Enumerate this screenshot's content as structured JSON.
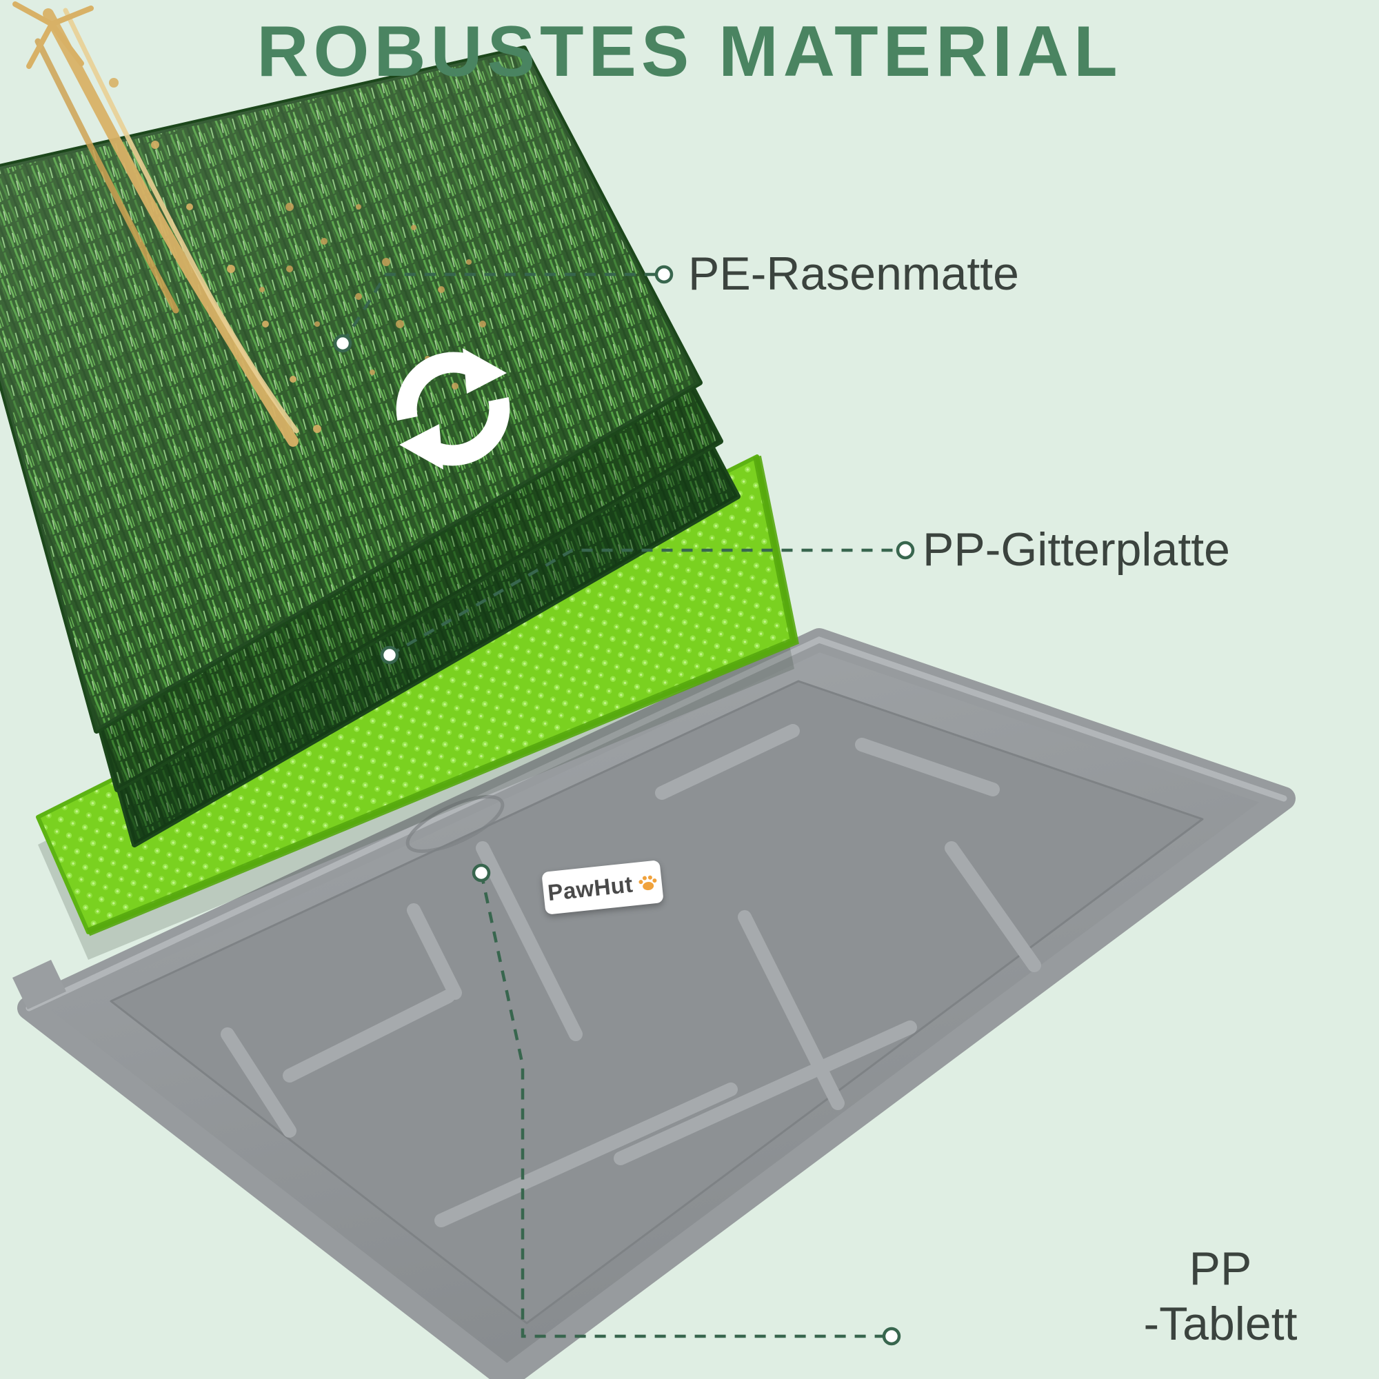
{
  "title": "ROBUSTES MATERIAL",
  "callouts": {
    "grass_label": "PE-Rasenmatte",
    "grid_label": "PP-Gitterplatte",
    "tray_label_line1": "PP",
    "tray_label_line2": "-Tablett"
  },
  "brand": {
    "name": "PawHut"
  },
  "colors": {
    "background": "#dfeee3",
    "title_green": "#4a8461",
    "label_text": "#3b433e",
    "leader_line": "#38664e",
    "grass_dark_green": "#24521f",
    "grid_plate_green": "#7ad120",
    "tray_gray": "#979b9e",
    "splash_tan": "#d8b166",
    "badge_white": "#ffffff",
    "paw_orange": "#f0a23c"
  },
  "icons": {
    "refresh": "⟳",
    "paw": "🐾"
  }
}
